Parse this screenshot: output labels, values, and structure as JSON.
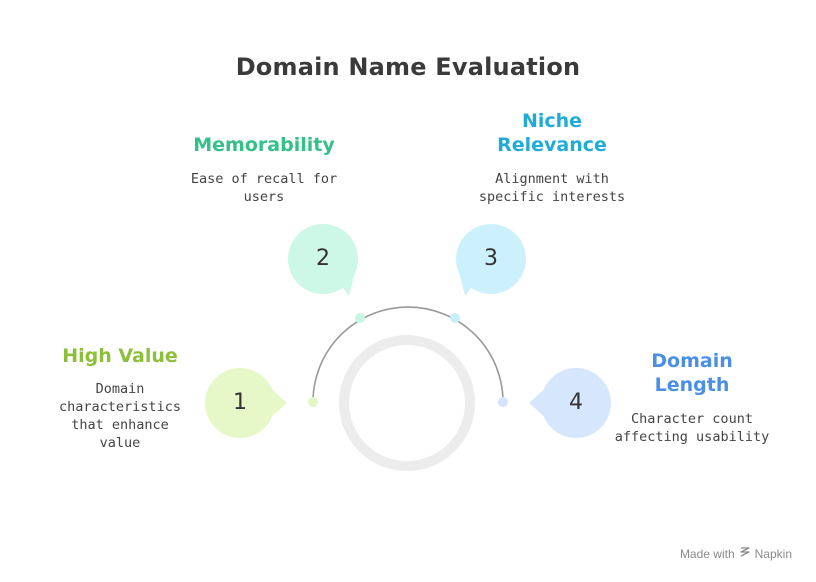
{
  "title": "Domain Name Evaluation",
  "items": [
    {
      "number": "1",
      "heading_lines": [
        "High Value"
      ],
      "desc_lines": [
        "Domain",
        "characteristics",
        "that enhance",
        "value"
      ],
      "color": "#8dbf3a",
      "bubble_color": "#e6f8c8",
      "dot_color": "#e3f7c2"
    },
    {
      "number": "2",
      "heading_lines": [
        "Memorability"
      ],
      "desc_lines": [
        "Ease of recall for",
        "users"
      ],
      "color": "#35c08a",
      "bubble_color": "#cdf7e6",
      "dot_color": "#c8f5e3"
    },
    {
      "number": "3",
      "heading_lines": [
        "Niche",
        "Relevance"
      ],
      "desc_lines": [
        "Alignment with",
        "specific interests"
      ],
      "color": "#20acd6",
      "bubble_color": "#cdf1fc",
      "dot_color": "#c8eefa"
    },
    {
      "number": "4",
      "heading_lines": [
        "Domain",
        "Length"
      ],
      "desc_lines": [
        "Character count",
        "affecting usability"
      ],
      "color": "#4a8fe4",
      "bubble_color": "#d6e6fc",
      "dot_color": "#d2e3fb"
    }
  ],
  "footer": {
    "made_with": "Made with",
    "brand": "Napkin"
  }
}
